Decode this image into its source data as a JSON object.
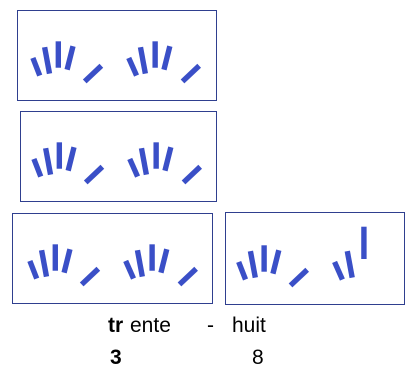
{
  "ten_boxes": [
    {
      "label": "ten-box-1",
      "fingers": 10
    },
    {
      "label": "ten-box-2",
      "fingers": 10
    },
    {
      "label": "ten-box-3",
      "fingers": 10
    }
  ],
  "unit_box": {
    "fingers": 8
  },
  "caption": {
    "word_prefix": "tr",
    "word_rest": "ente",
    "dash": "-",
    "word_unit": "huit",
    "digit_tens": "3",
    "digit_units": "8"
  },
  "colors": {
    "stroke": "#3a4fc7",
    "border": "#2f3f8f"
  }
}
